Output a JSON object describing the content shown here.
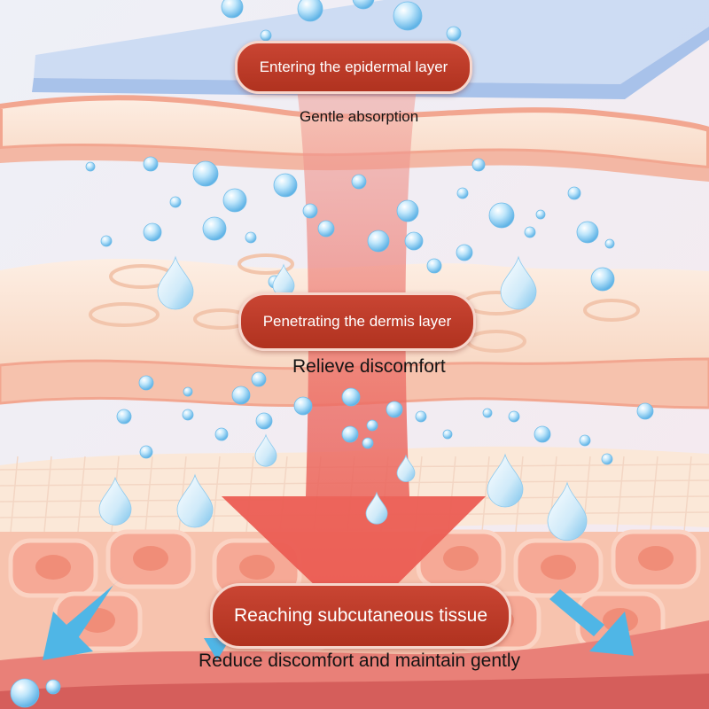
{
  "stages": [
    {
      "label": "Entering the epidermal layer",
      "caption": "Gentle absorption"
    },
    {
      "label": "Penetrating the dermis layer",
      "caption": "Relieve discomfort"
    },
    {
      "label": "Reaching subcutaneous tissue",
      "caption": "Reduce discomfort and maintain gently"
    }
  ],
  "colors": {
    "background": "#f3edf2",
    "label_fill": "#c0402d",
    "label_border": "#f6d6cc",
    "arrow": "#ec6a62",
    "skin_top": "#fbe3d3",
    "skin_edge": "#f2a690",
    "droplet": "#9fd3ef",
    "spread_arrow": "#4fb6e6"
  }
}
